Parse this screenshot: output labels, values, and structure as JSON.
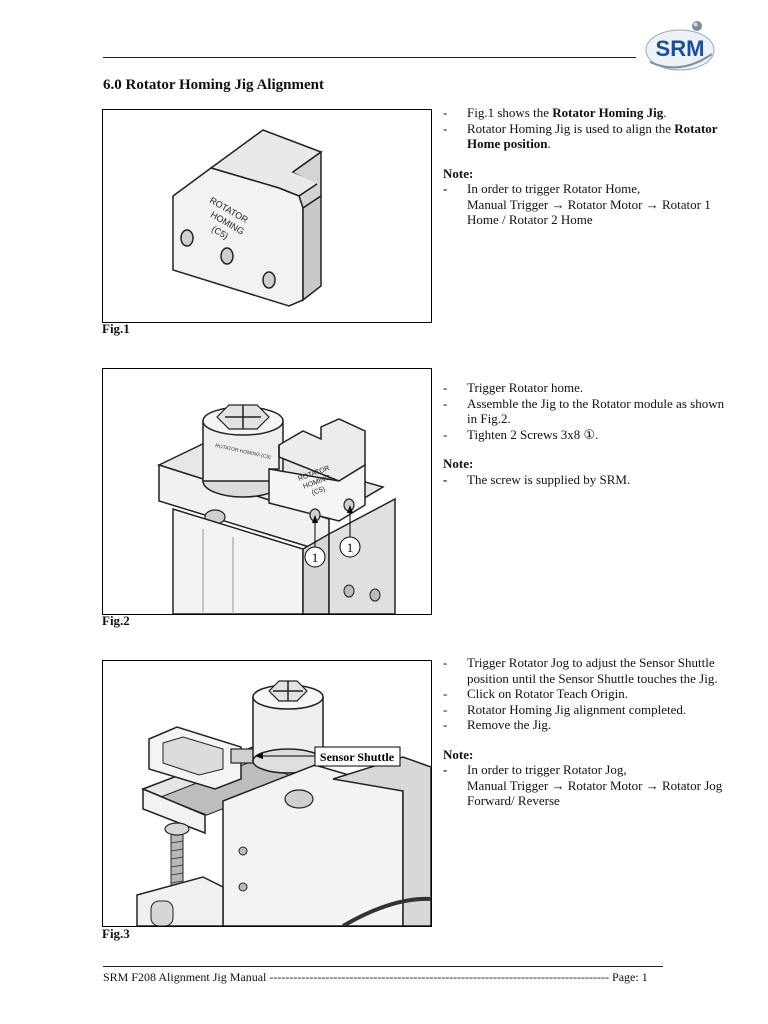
{
  "header": {
    "logo_text": "SRM"
  },
  "section_title": "6.0 Rotator Homing Jig Alignment",
  "figures": [
    {
      "label": "Fig.1",
      "jig_text": [
        "ROTATOR",
        "HOMING",
        "(C5)"
      ]
    },
    {
      "label": "Fig.2",
      "jig_text": [
        "ROTATOR",
        "HOMING",
        "(C5)"
      ],
      "module_text": "ROTATOR HOMING (C5)",
      "callouts": [
        "1",
        "1"
      ]
    },
    {
      "label": "Fig.3",
      "callout_label": "Sensor Shuttle"
    }
  ],
  "blocks": [
    {
      "bullets": [
        {
          "dash": "-",
          "parts": [
            {
              "t": "Fig.1 shows the ",
              "b": false
            },
            {
              "t": "Rotator Homing Jig",
              "b": true
            },
            {
              "t": ".",
              "b": false
            }
          ]
        },
        {
          "dash": "-",
          "parts": [
            {
              "t": "Rotator Homing Jig is used to align the ",
              "b": false
            },
            {
              "t": "Rotator Home position",
              "b": true
            },
            {
              "t": ".",
              "b": false
            }
          ]
        }
      ],
      "note_title": "Note:",
      "note_items": [
        {
          "dash": "-",
          "text": "In order to trigger Rotator Home,\nManual Trigger → Rotator Motor → Rotator 1 Home / Rotator 2 Home"
        }
      ]
    },
    {
      "bullets": [
        {
          "dash": "-",
          "parts": [
            {
              "t": "Trigger Rotator home.",
              "b": false
            }
          ]
        },
        {
          "dash": "-",
          "parts": [
            {
              "t": "Assemble the Jig to the Rotator module as shown in Fig.2.",
              "b": false
            }
          ]
        },
        {
          "dash": "-",
          "parts": [
            {
              "t": "Tighten 2 Screws 3x8 ①.",
              "b": false
            }
          ]
        }
      ],
      "note_title": "Note:",
      "note_items": [
        {
          "dash": "-",
          "text": "The screw is supplied by SRM."
        }
      ]
    },
    {
      "bullets": [
        {
          "dash": "-",
          "parts": [
            {
              "t": "Trigger Rotator Jog to adjust the Sensor Shuttle position until the Sensor Shuttle touches the Jig.",
              "b": false
            }
          ]
        },
        {
          "dash": "-",
          "parts": [
            {
              "t": "Click on Rotator Teach Origin.",
              "b": false
            }
          ]
        },
        {
          "dash": "-",
          "parts": [
            {
              "t": "Rotator Homing Jig alignment completed.",
              "b": false
            }
          ]
        },
        {
          "dash": "-",
          "parts": [
            {
              "t": "Remove the Jig.",
              "b": false
            }
          ]
        }
      ],
      "note_title": "Note:",
      "note_items": [
        {
          "dash": "-",
          "text": "In order to trigger Rotator Jog,\nManual Trigger → Rotator Motor → Rotator Jog Forward/ Reverse"
        }
      ]
    }
  ],
  "footer": {
    "left": "SRM F208 Alignment Jig Manual",
    "fill": "-------------------------------------------------------------------------------------",
    "right": "Page: 1"
  }
}
